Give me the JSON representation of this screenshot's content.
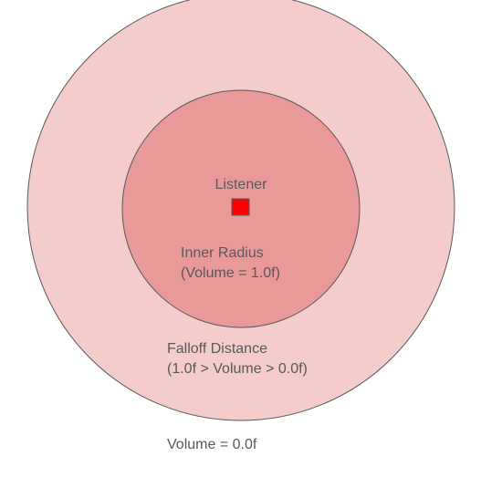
{
  "diagram": {
    "listener_label": "Listener",
    "inner_radius": {
      "title": "Inner Radius",
      "subtitle": "(Volume = 1.0f)"
    },
    "falloff_distance": {
      "title": "Falloff Distance",
      "subtitle": "(1.0f > Volume > 0.0f)"
    },
    "outside_label": "Volume = 0.0f",
    "colors": {
      "outer_fill": "#f4cccc",
      "inner_fill": "#ea9999",
      "listener_fill": "#ff0000",
      "stroke": "#595959",
      "text": "#595959"
    }
  }
}
